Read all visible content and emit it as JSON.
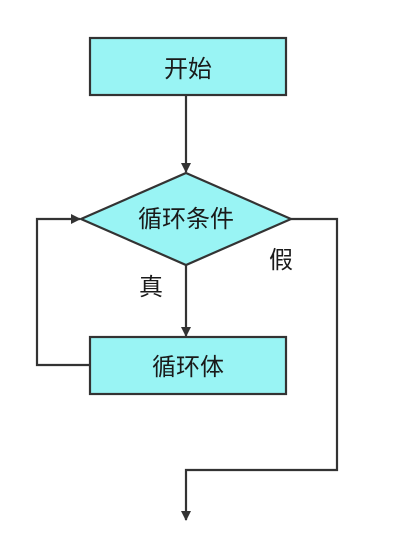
{
  "flowchart": {
    "nodes": {
      "start": {
        "label": "开始",
        "shape": "rectangle"
      },
      "condition": {
        "label": "循环条件",
        "shape": "diamond"
      },
      "body": {
        "label": "循环体",
        "shape": "rectangle"
      }
    },
    "edges": {
      "true_label": "真",
      "false_label": "假"
    },
    "colors": {
      "node_fill": "#99f4f4",
      "stroke": "#333333"
    }
  }
}
